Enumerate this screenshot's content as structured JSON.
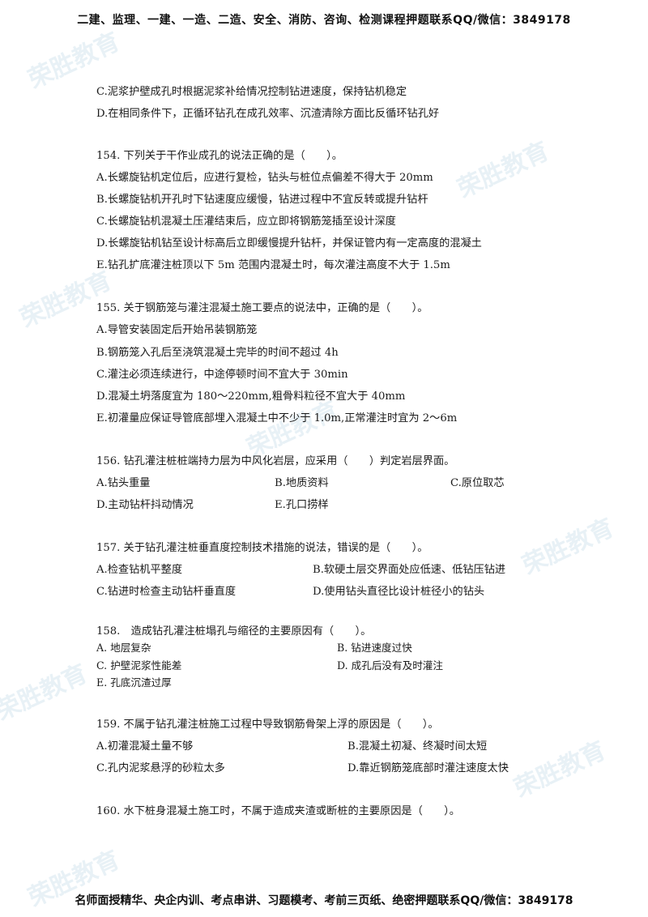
{
  "header": "二建、监理、一建、一造、二造、安全、消防、咨询、检测课程押题联系QQ/微信：3849178",
  "footer": "名师面授精华、央企内训、考点串讲、习题模考、考前三页纸、绝密押题联系QQ/微信：3849178",
  "watermark": "荣胜教育",
  "prev_options": [
    "C.泥浆护壁成孔时根据泥浆补给情况控制钻进速度，保持钻机稳定",
    "D.在相同条件下，正循环钻孔在成孔效率、沉渣清除方面比反循环钻孔好"
  ],
  "q154": {
    "stem": "154. 下列关于干作业成孔的说法正确的是（　　）。",
    "options": [
      "A.长螺旋钻机定位后，应进行复检，钻头与桩位点偏差不得大于 20mm",
      "B.长螺旋钻机开孔时下钻速度应缓慢，钻进过程中不宜反转或提升钻杆",
      "C.长螺旋钻机混凝土压灌结束后，应立即将钢筋笼插至设计深度",
      "D.长螺旋钻机钻至设计标高后立即缓慢提升钻杆，并保证管内有一定高度的混凝土",
      "E.钻孔扩底灌注桩顶以下 5m 范围内混凝土时，每次灌注高度不大于 1.5m"
    ]
  },
  "q155": {
    "stem": "155. 关于钢筋笼与灌注混凝土施工要点的说法中，正确的是（　　）。",
    "options": [
      "A.导管安装固定后开始吊装钢筋笼",
      "B.钢筋笼入孔后至浇筑混凝土完毕的时间不超过 4h",
      "C.灌注必须连续进行，中途停顿时间不宜大于 30min",
      "D.混凝土坍落度宜为 180～220mm,粗骨料粒径不宜大于 40mm",
      "E.初灌量应保证导管底部埋入混凝土中不少于 1.0m,正常灌注时宜为 2～6m"
    ]
  },
  "q156": {
    "stem": "156. 钻孔灌注桩桩端持力层为中风化岩层，应采用（　　）判定岩层界面。",
    "options": [
      "A.钻头重量",
      "B.地质资料",
      "C.原位取芯",
      "D.主动钻杆抖动情况",
      "E.孔口捞样"
    ]
  },
  "q157": {
    "stem": "157. 关于钻孔灌注桩垂直度控制技术措施的说法，错误的是（　　）。",
    "options": [
      "A.检查钻机平整度",
      "B.软硬土层交界面处应低速、低钻压钻进",
      "C.钻进时检查主动钻杆垂直度",
      "D.使用钻头直径比设计桩径小的钻头"
    ]
  },
  "q158": {
    "stem": "158.　造成钻孔灌注桩塌孔与缩径的主要原因有（　　）。",
    "options": [
      "A. 地层复杂",
      "B. 钻进速度过快",
      "C. 护壁泥浆性能差",
      "D. 成孔后没有及时灌注",
      "E. 孔底沉渣过厚"
    ]
  },
  "q159": {
    "stem": "159. 不属于钻孔灌注桩施工过程中导致钢筋骨架上浮的原因是（　　）。",
    "options": [
      "A.初灌混凝土量不够",
      "B.混凝土初凝、终凝时间太短",
      "C.孔内泥浆悬浮的砂粒太多",
      "D.靠近钢筋笼底部时灌注速度太快"
    ]
  },
  "q160": {
    "stem": "160. 水下桩身混凝土施工时，不属于造成夹渣或断桩的主要原因是（　　）。"
  }
}
